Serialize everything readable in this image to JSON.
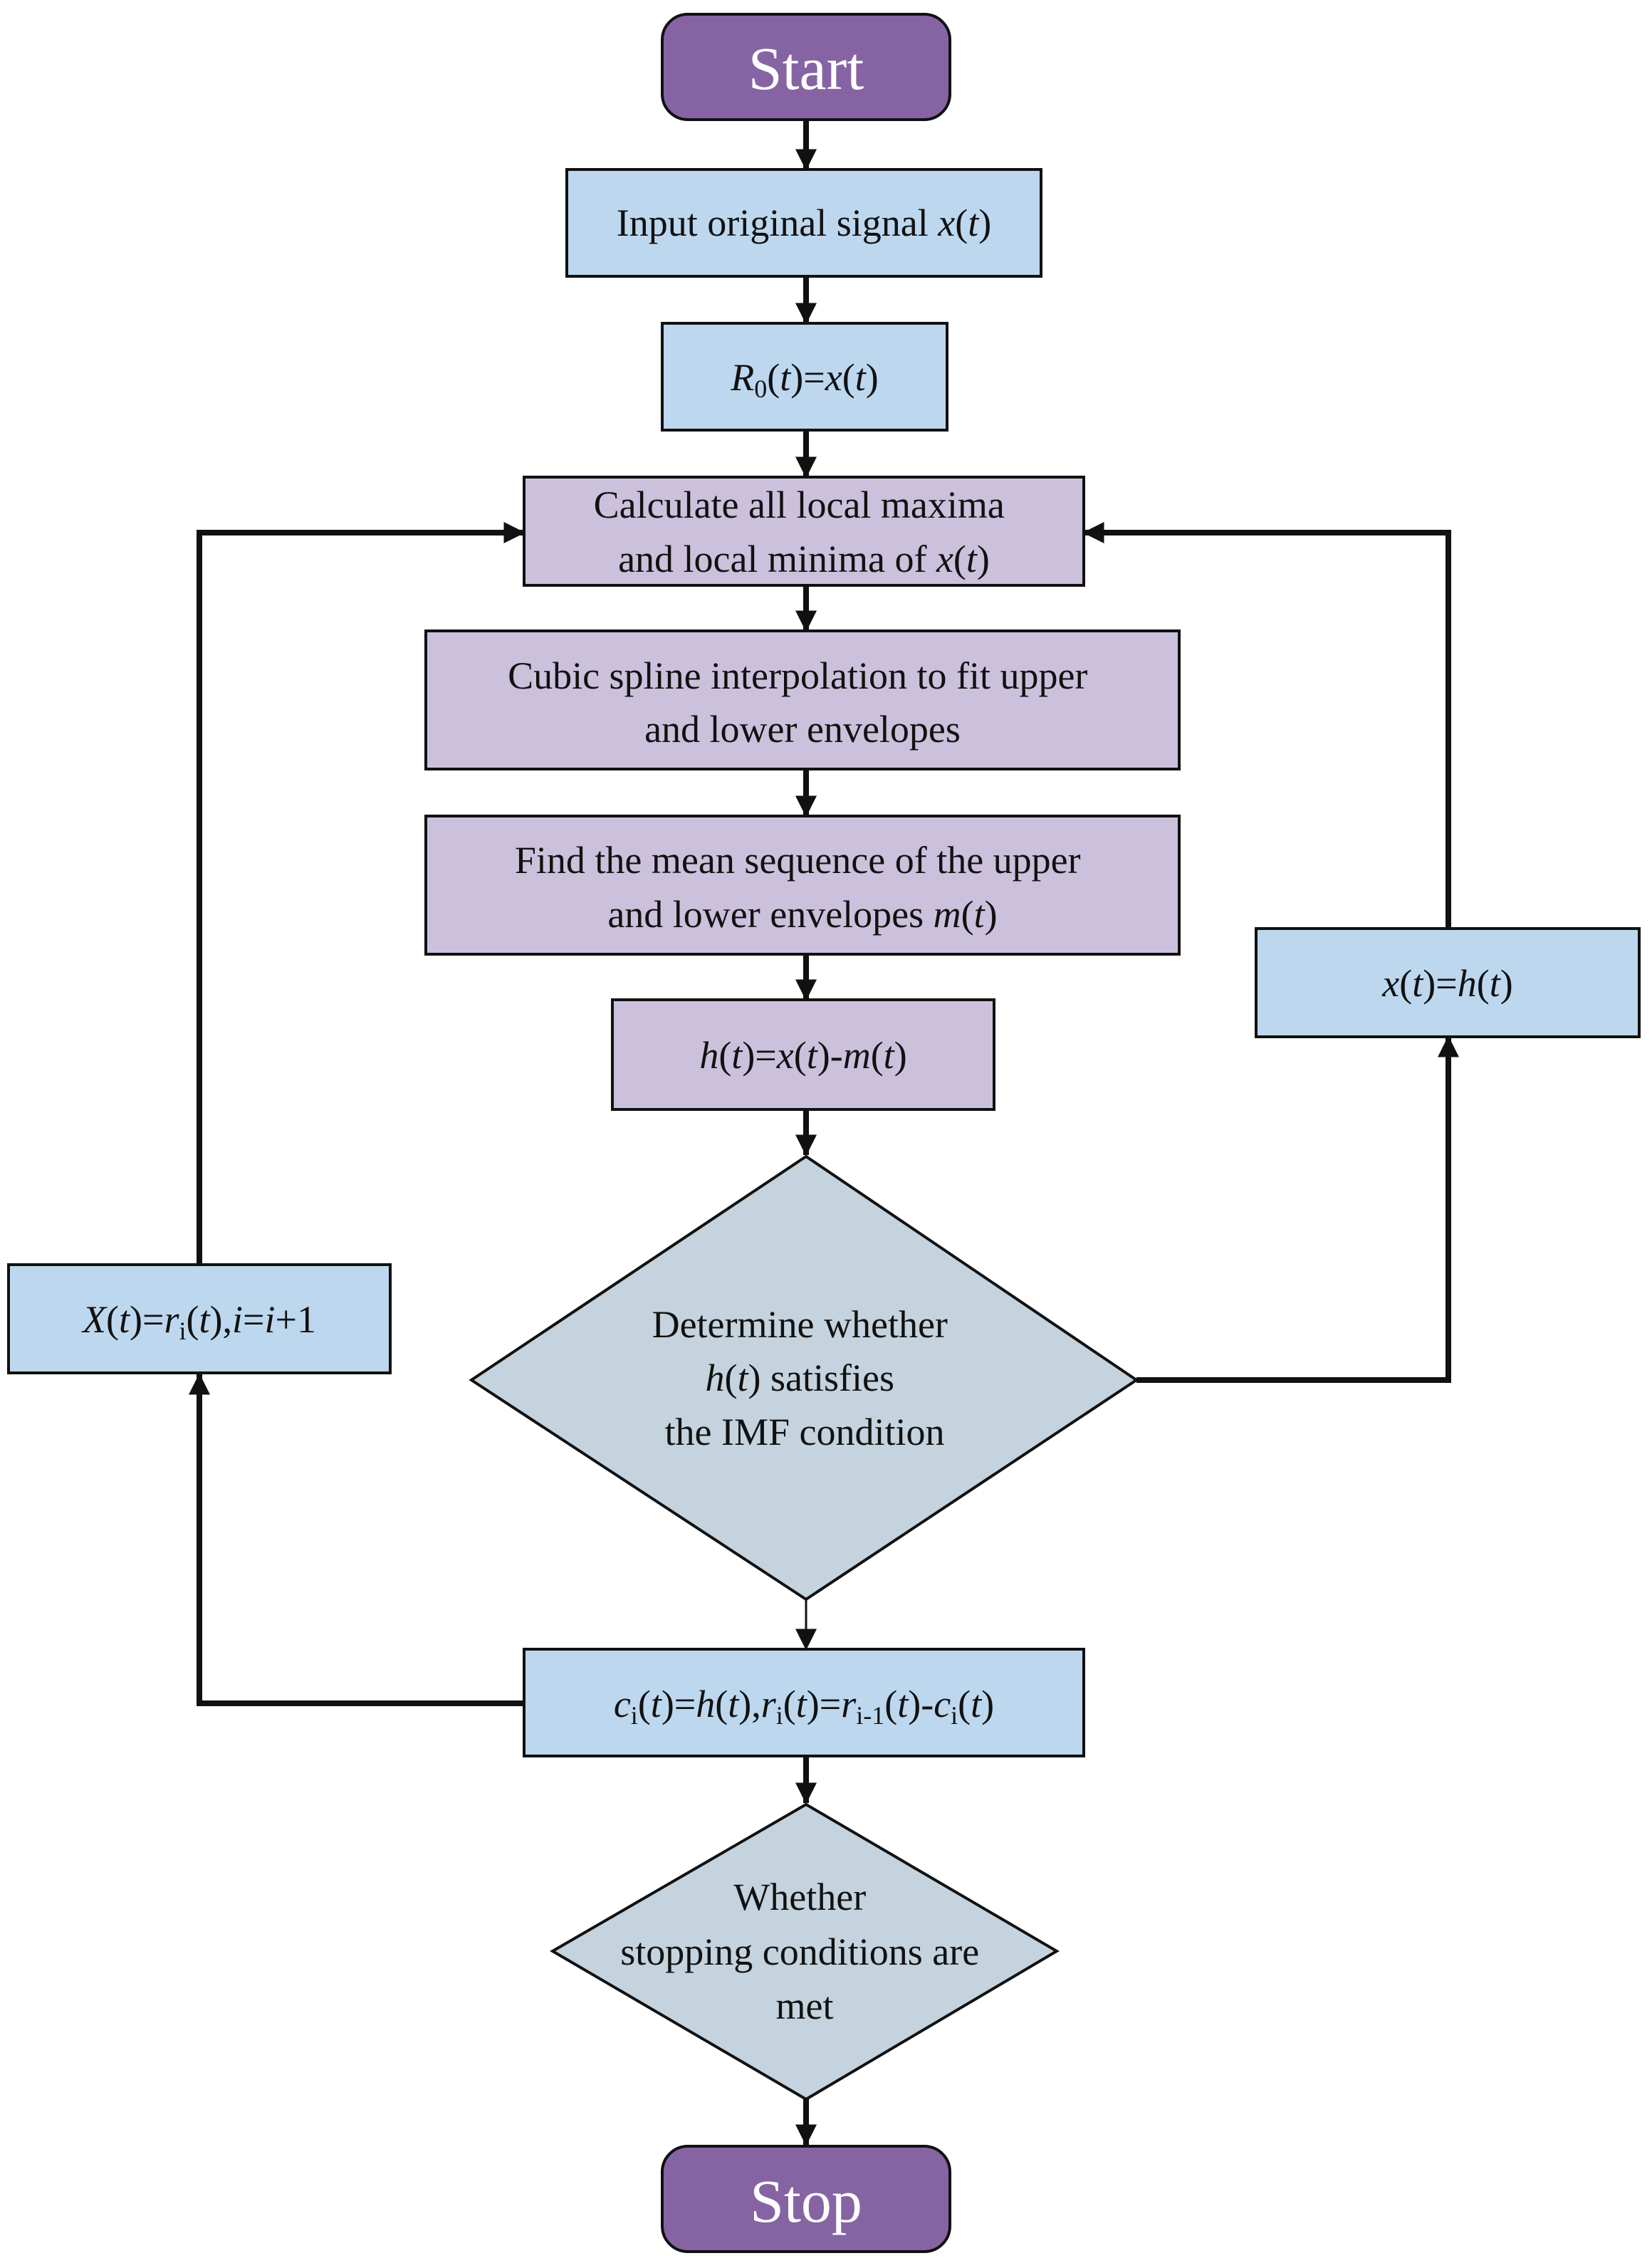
{
  "colors": {
    "terminal": "#8664a3",
    "blue": "#bdd7ee",
    "purple": "#cbc1dc",
    "decision": "#c4d3dd",
    "stroke": "#111111"
  },
  "nodes": {
    "start": "Start",
    "input": "Input original signal x(t)",
    "init": "R0(t)=x(t)",
    "extrema": "Calculate all local maxima and local minima of x(t)",
    "spline": "Cubic spline interpolation to fit upper and lower envelopes",
    "mean": "Find the mean sequence of the upper and lower envelopes m(t)",
    "h": "h(t)=x(t)-m(t)",
    "imf_check": "Determine whether h(t) satisfies the IMF condition",
    "update_x": "x(t)=h(t)",
    "update_X": "X(t)=ri(t),i=i+1",
    "imf": "ci(t)=h(t),ri(t)=ri-1(t)-ci(t)",
    "stop_check": "Whether stopping conditions are met",
    "stop": "Stop"
  }
}
